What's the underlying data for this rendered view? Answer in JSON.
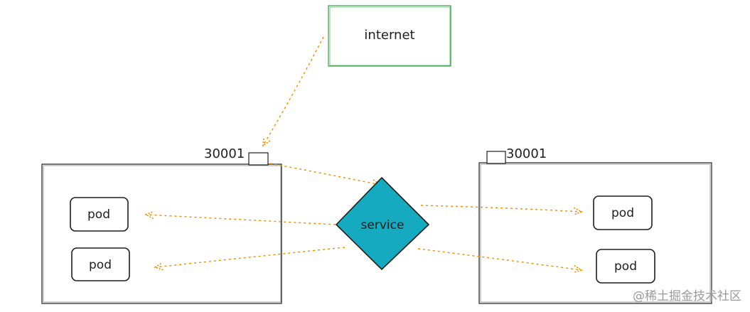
{
  "nodes": {
    "internet": {
      "label": "internet"
    },
    "service": {
      "label": "service"
    },
    "node_left": {
      "port": "30001",
      "pods": [
        {
          "label": "pod"
        },
        {
          "label": "pod"
        }
      ]
    },
    "node_right": {
      "port": "30001",
      "pods": [
        {
          "label": "pod"
        },
        {
          "label": "pod"
        }
      ]
    }
  },
  "colors": {
    "stroke": "#1e1e1e",
    "internet_border": "#2f9e44",
    "service_fill": "#15aabf",
    "arrow": "#f08c00",
    "watermark": "#9a9a9a"
  },
  "watermark": "@稀土掘金技术社区"
}
